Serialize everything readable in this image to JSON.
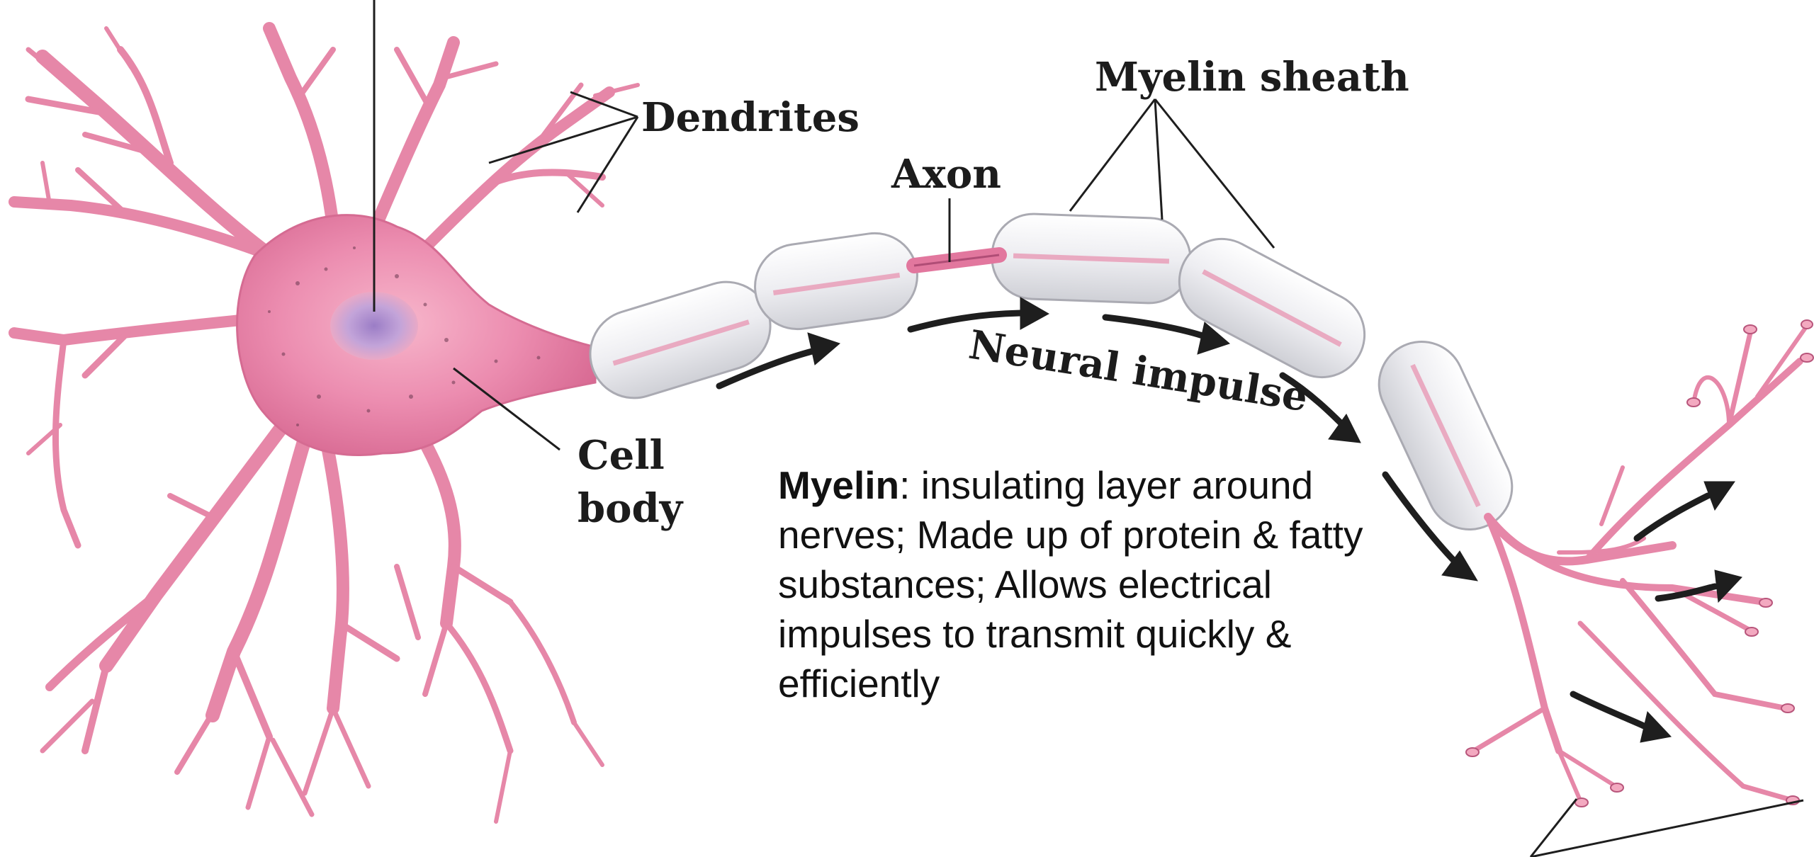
{
  "labels": {
    "dendrites": "Dendrites",
    "axon": "Axon",
    "myelin_sheath": "Myelin sheath",
    "cell_body_line1": "Cell",
    "cell_body_line2": "body",
    "neural_impulse": "Neural impulse"
  },
  "note": {
    "term": "Myelin",
    "text": ": insulating layer around nerves;  Made up of protein & fatty substances; Allows electrical impulses to transmit quickly & efficiently"
  },
  "colors": {
    "neuron_pink": "#e87fa0",
    "neuron_dark": "#c95a80",
    "nucleus": "#b99ad6",
    "myelin_fill": "#ececf0",
    "arrow": "#1e1e1e"
  }
}
